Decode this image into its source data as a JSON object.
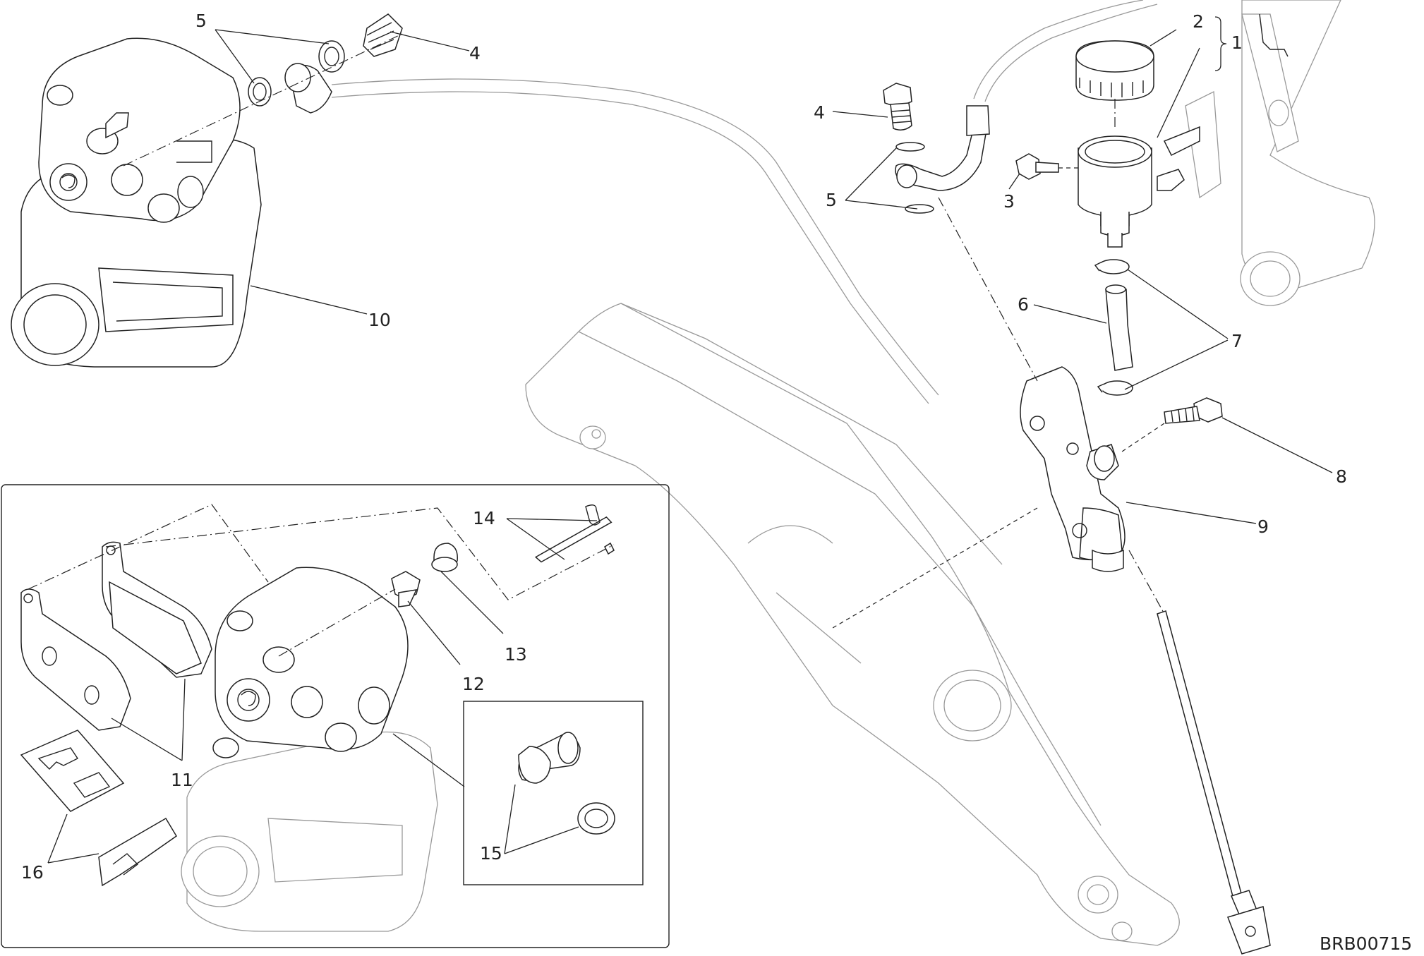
{
  "diagram_code": "BRB00715",
  "callouts": [
    {
      "id": "c1",
      "text": "1"
    },
    {
      "id": "c2",
      "text": "2"
    },
    {
      "id": "c3",
      "text": "3"
    },
    {
      "id": "c4a",
      "text": "4"
    },
    {
      "id": "c4b",
      "text": "4"
    },
    {
      "id": "c5a",
      "text": "5"
    },
    {
      "id": "c5b",
      "text": "5"
    },
    {
      "id": "c6",
      "text": "6"
    },
    {
      "id": "c7",
      "text": "7"
    },
    {
      "id": "c8",
      "text": "8"
    },
    {
      "id": "c9",
      "text": "9"
    },
    {
      "id": "c10",
      "text": "10"
    },
    {
      "id": "c11",
      "text": "11"
    },
    {
      "id": "c12",
      "text": "12"
    },
    {
      "id": "c13",
      "text": "13"
    },
    {
      "id": "c14",
      "text": "14"
    },
    {
      "id": "c15",
      "text": "15"
    },
    {
      "id": "c16",
      "text": "16"
    }
  ]
}
